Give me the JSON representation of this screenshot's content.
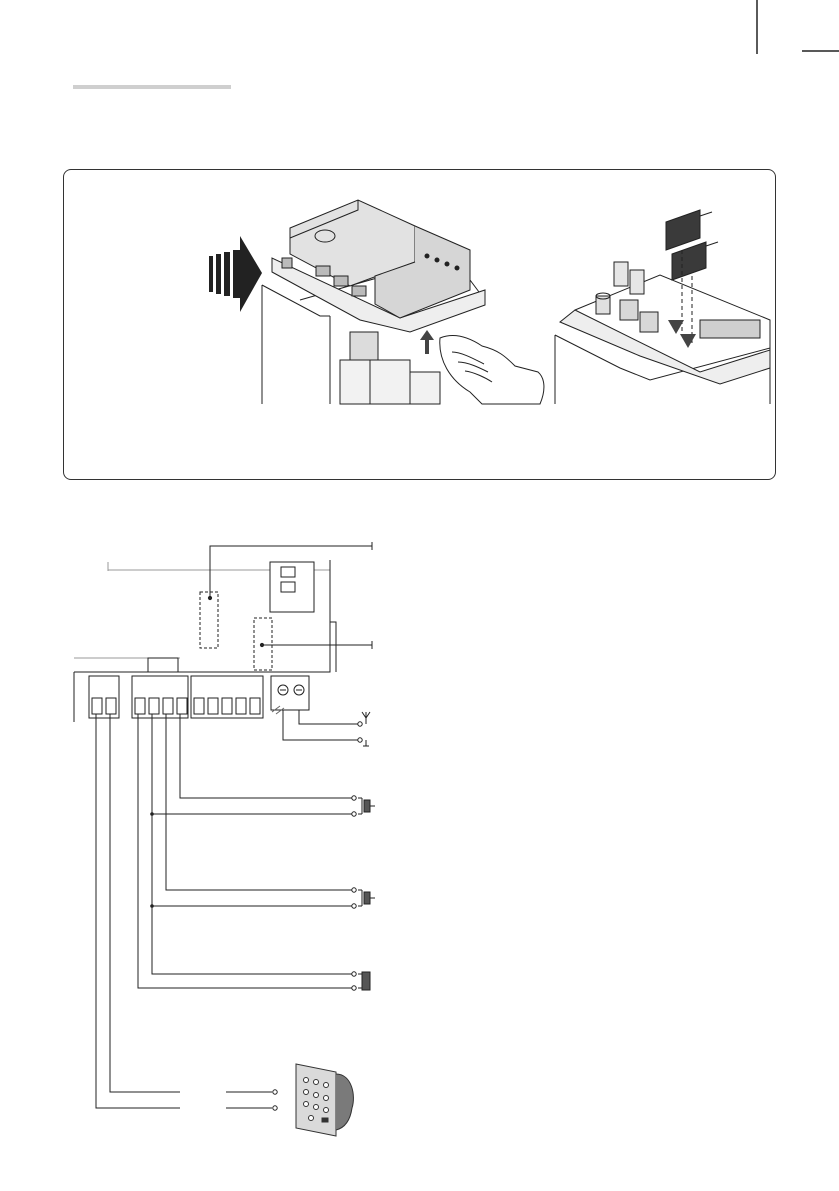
{
  "page": {
    "type": "installation-manual-illustration",
    "colors": {
      "line": "#222222",
      "light_line": "#999999",
      "board_fill": "#e6e6e6",
      "header_rule": "#cfcfcf"
    }
  },
  "illustrations": {
    "installation_panel": {
      "steps": [
        "insert-card-into-board",
        "plug-modules-onto-board"
      ],
      "icons": [
        "insert-arrow-icon",
        "hand-icon",
        "plug-in-arrow-icon"
      ]
    },
    "wiring_diagram": {
      "devices": [
        "antenna-icon",
        "pushbutton-icon",
        "keypad-icon"
      ],
      "terminal_blocks": [
        "two-pole-block",
        "four-pole-block",
        "five-pole-block",
        "antenna-screw-terminal"
      ]
    }
  }
}
